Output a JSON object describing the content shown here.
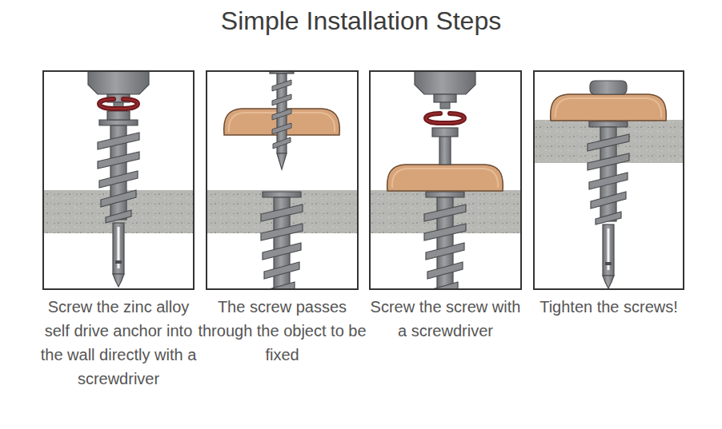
{
  "diagram": {
    "title": "Simple Installation Steps",
    "nodes": [
      {
        "text": [
          "Screw the zinc alloy self drive anchor into the wall directly with a screwdriver"
        ]
      },
      {
        "text": [
          "The screw passes through the object to be fixed"
        ]
      },
      {
        "text": [
          "Screw the screw with a screwdriver"
        ]
      },
      {
        "text": [
          "Tighten the screws!"
        ]
      }
    ]
  }
}
